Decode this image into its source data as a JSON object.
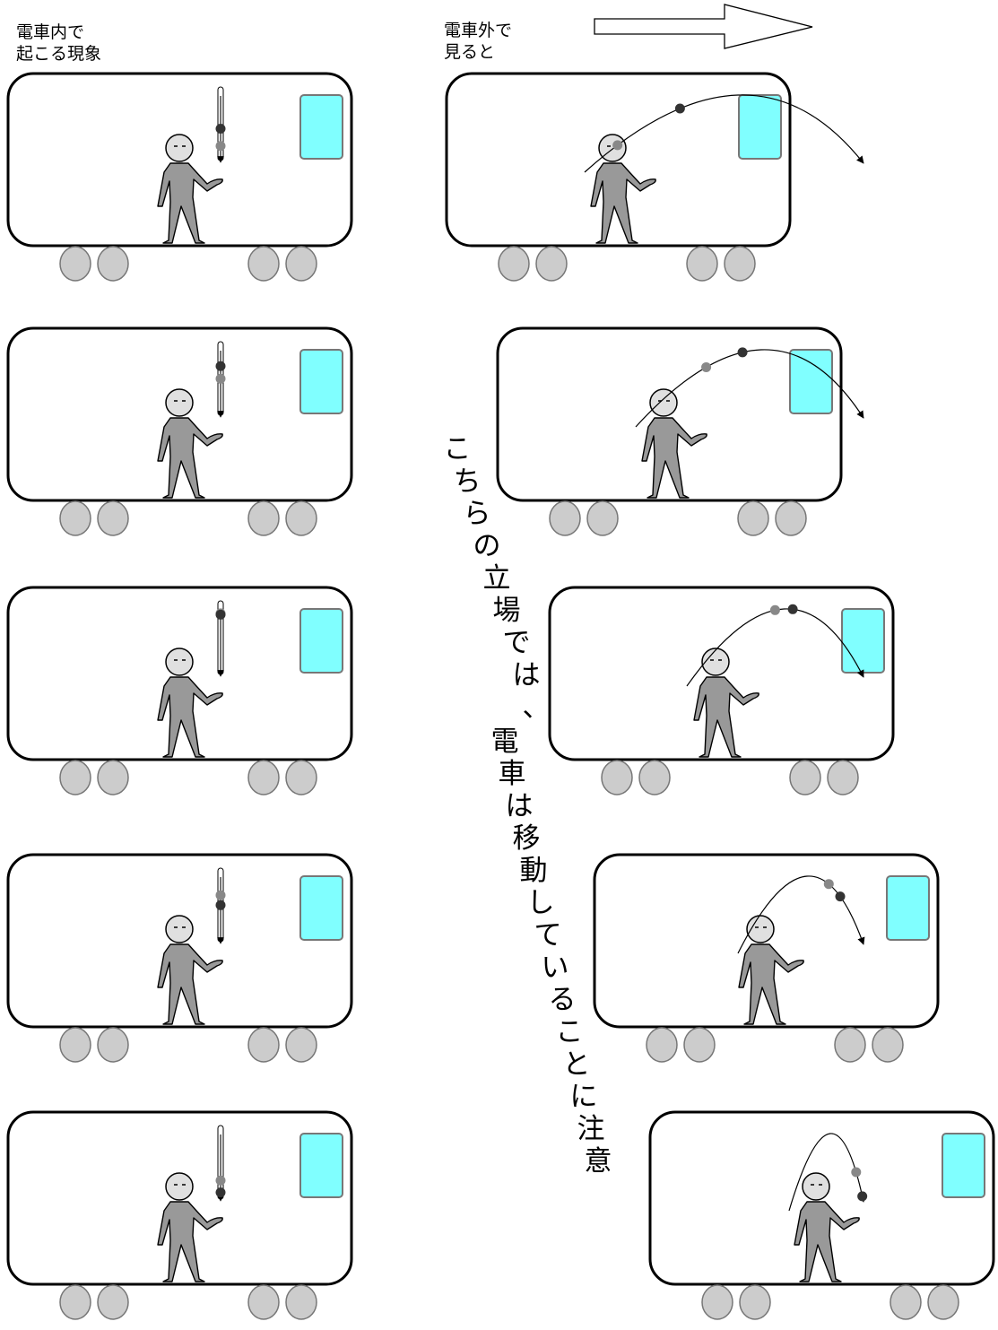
{
  "labels": {
    "inside_line1": "電車内で",
    "inside_line2": "起こる現象",
    "outside_line1": "電車外で",
    "outside_line2": "見ると"
  },
  "note": "こちらの立場では、電車は移動していることに注意",
  "icons": {
    "motion_arrow": "right-arrow-outline-icon",
    "person": "stick-person-icon",
    "ball": "ball-icon",
    "window": "train-window-icon",
    "wheel": "wheel-icon"
  },
  "colors": {
    "window_fill": "#80ffff",
    "window_stroke": "#777777",
    "wheel_fill": "#cccccc",
    "person_fill": "#999999",
    "head_fill": "#e0e0e0",
    "ball_current": "#333333",
    "ball_previous": "#888888",
    "car_stroke": "#000000"
  },
  "frames": [
    {
      "inside_ball_current_frac": 0.52,
      "inside_ball_previous_frac": 0.78,
      "outside_ball_current_frac": 0.3,
      "outside_ball_previous_frac": 0.1
    },
    {
      "inside_ball_current_frac": 0.26,
      "inside_ball_previous_frac": 0.45,
      "outside_ball_current_frac": 0.42,
      "outside_ball_previous_frac": 0.27
    },
    {
      "inside_ball_current_frac": 0.1,
      "inside_ball_previous_frac": 0.08,
      "outside_ball_current_frac": 0.55,
      "outside_ball_previous_frac": 0.45
    },
    {
      "inside_ball_current_frac": 0.45,
      "inside_ball_previous_frac": 0.3,
      "outside_ball_current_frac": 0.78,
      "outside_ball_previous_frac": 0.68
    },
    {
      "inside_ball_current_frac": 0.9,
      "inside_ball_previous_frac": 0.72,
      "outside_ball_current_frac": 0.98,
      "outside_ball_previous_frac": 0.88
    }
  ]
}
